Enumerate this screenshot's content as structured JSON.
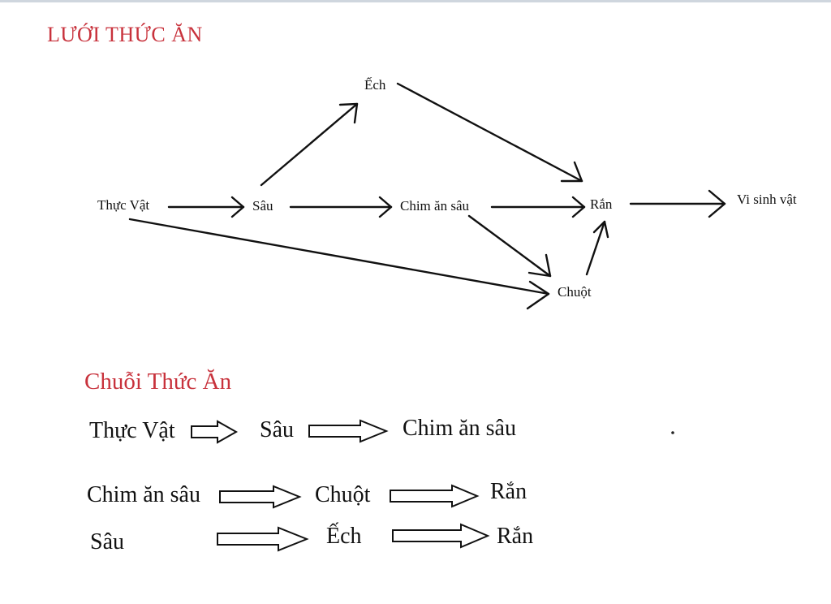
{
  "web": {
    "title": "LƯỚI THỨC ĂN",
    "nodes": {
      "plant": "Thực Vật",
      "caterpillar": "Sâu",
      "frog": "Ếch",
      "bird": "Chim ăn sâu",
      "snake": "Rắn",
      "mouse": "Chuột",
      "microbe": "Vi sinh vật"
    },
    "edges": [
      [
        "plant",
        "caterpillar"
      ],
      [
        "plant",
        "mouse"
      ],
      [
        "caterpillar",
        "frog"
      ],
      [
        "caterpillar",
        "bird"
      ],
      [
        "frog",
        "snake"
      ],
      [
        "bird",
        "snake"
      ],
      [
        "bird",
        "mouse"
      ],
      [
        "mouse",
        "snake"
      ],
      [
        "snake",
        "microbe"
      ]
    ]
  },
  "chains": {
    "title": "Chuỗi Thức Ăn",
    "rows": [
      [
        "Thực Vật",
        "Sâu",
        "Chim ăn sâu"
      ],
      [
        "Chim ăn sâu",
        "Chuột",
        "Rắn"
      ],
      [
        "Sâu",
        "Ếch",
        "Rắn"
      ]
    ]
  },
  "colors": {
    "heading": "#c8323c",
    "arrow": "#111111"
  }
}
